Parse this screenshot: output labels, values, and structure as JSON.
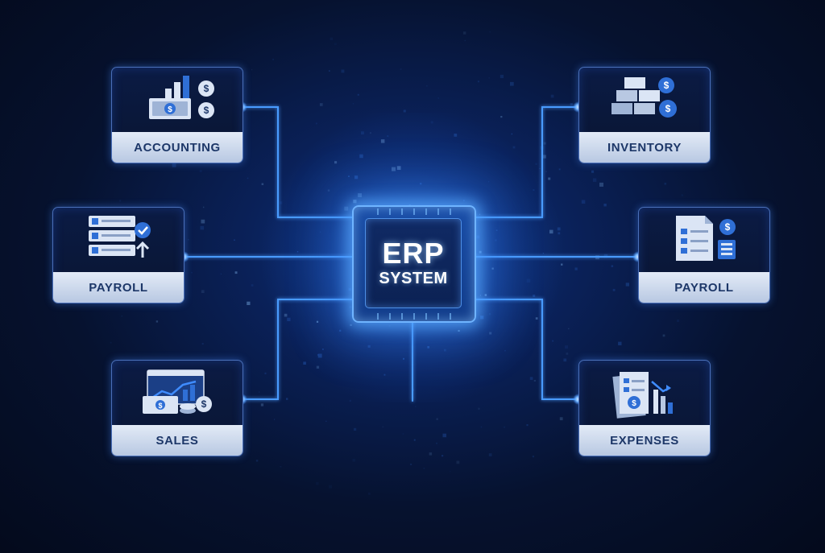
{
  "hub": {
    "title": "ERP",
    "subtitle": "SYSTEM"
  },
  "modules": [
    {
      "id": "accounting",
      "label": "ACCOUNTING",
      "icon": "accounting-icon"
    },
    {
      "id": "payroll-left",
      "label": "PAYROLL",
      "icon": "payroll-checklist-icon"
    },
    {
      "id": "sales",
      "label": "SALES",
      "icon": "sales-icon"
    },
    {
      "id": "inventory",
      "label": "INVENTORY",
      "icon": "inventory-icon"
    },
    {
      "id": "payroll-right",
      "label": "PAYROLL",
      "icon": "payroll-document-icon"
    },
    {
      "id": "expenses",
      "label": "EXPENSES",
      "icon": "expenses-icon"
    }
  ],
  "colors": {
    "background": "#06122f",
    "accent": "#3f8cff",
    "glow": "#6fb4ff",
    "label_bar": "#d3def0",
    "label_text": "#1d3768",
    "icon_blue": "#2f6fd6",
    "icon_light": "#dbe5f5"
  }
}
